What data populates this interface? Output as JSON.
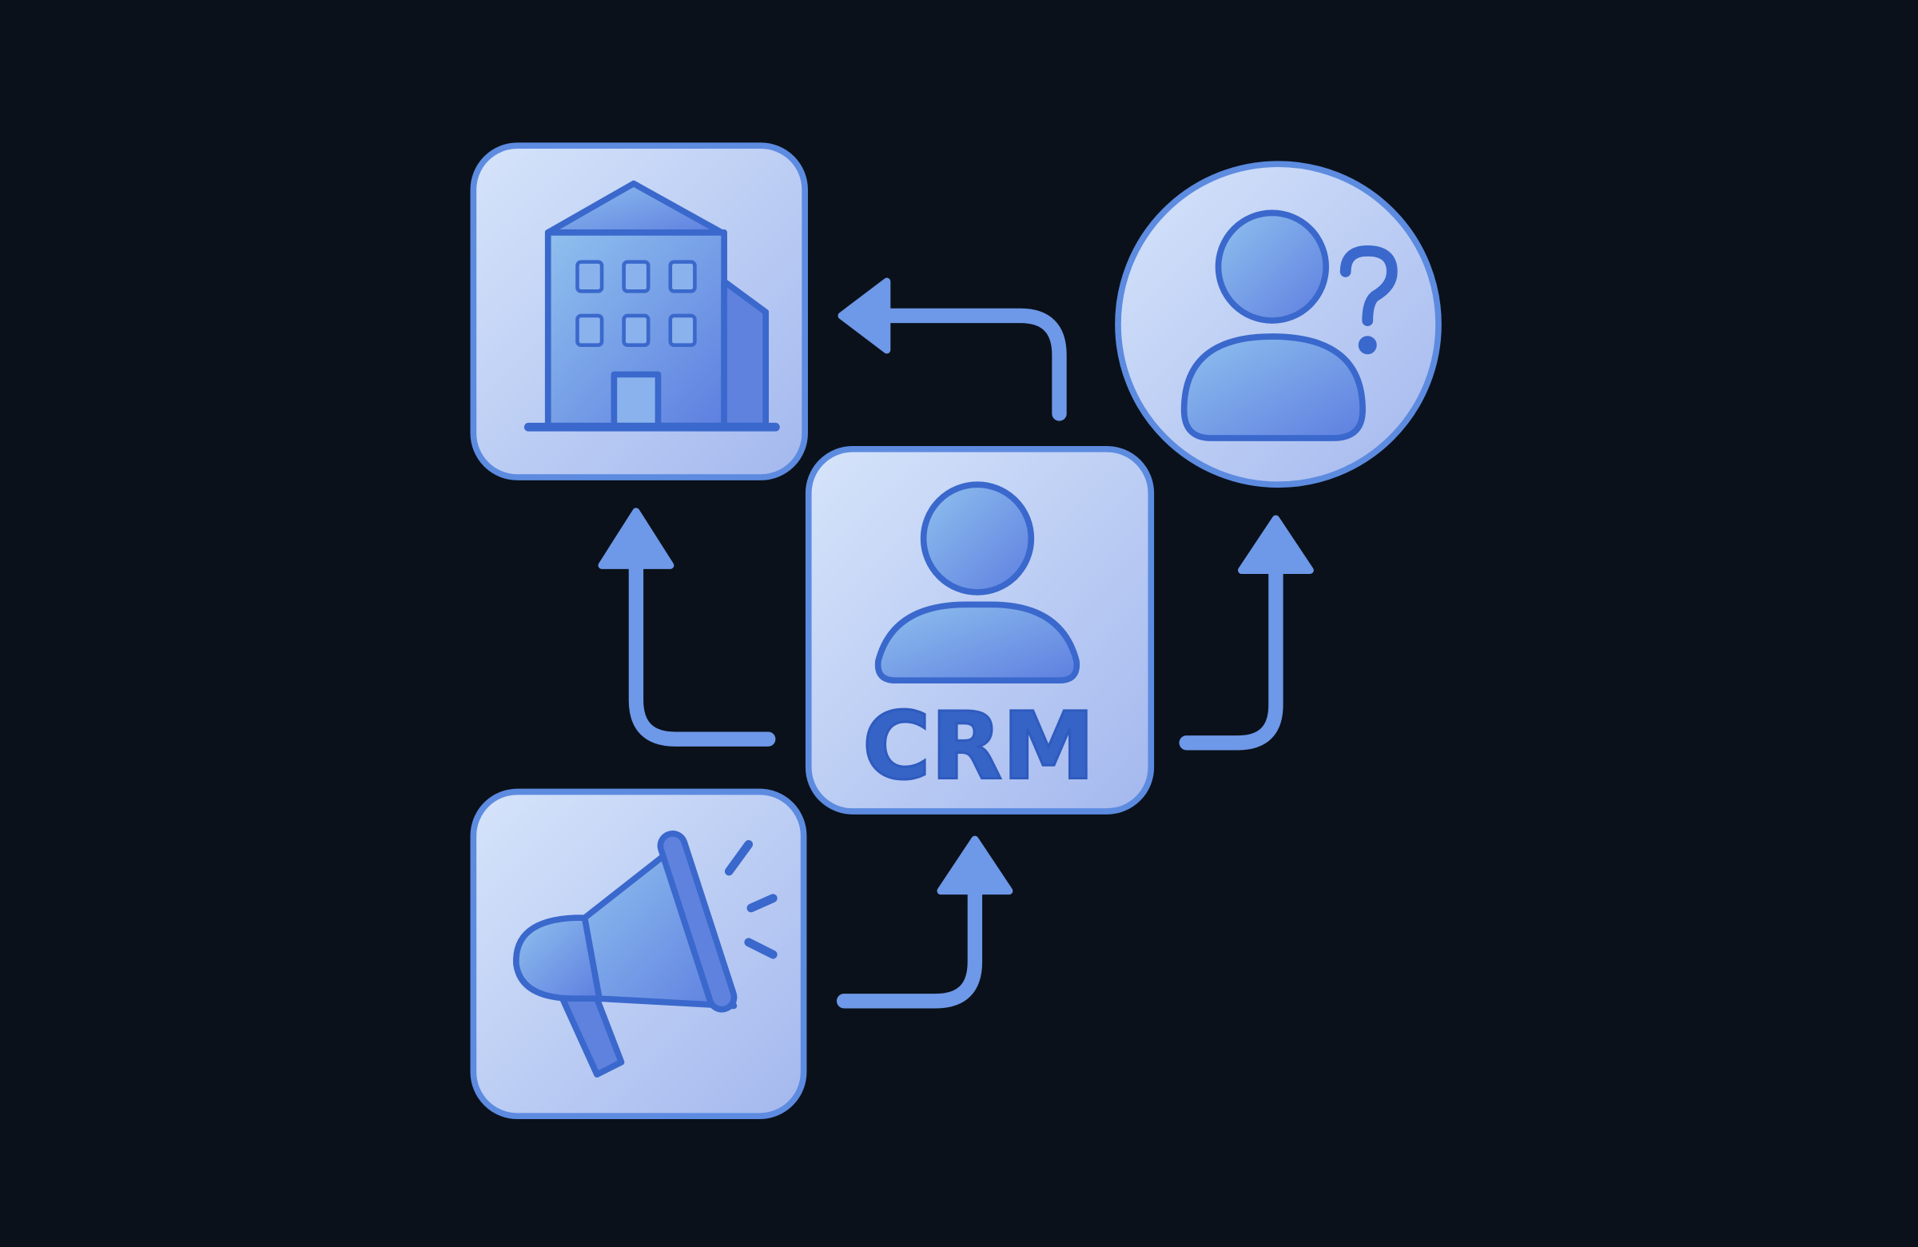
{
  "diagram": {
    "center_label": "CRM",
    "nodes": [
      {
        "id": "company",
        "icon": "building-icon"
      },
      {
        "id": "crm",
        "icon": "user-icon",
        "label": "CRM"
      },
      {
        "id": "prospect",
        "icon": "user-question-icon"
      },
      {
        "id": "marketing",
        "icon": "megaphone-icon"
      }
    ],
    "edges": [
      {
        "from": "crm",
        "to": "company"
      },
      {
        "from": "crm",
        "to": "company"
      },
      {
        "from": "crm",
        "to": "prospect"
      },
      {
        "from": "marketing",
        "to": "crm"
      }
    ]
  },
  "colors": {
    "background": "#0a111a",
    "tile_fill": "#b9cdf2",
    "tile_border": "#5d8be0",
    "icon_fill": "#7aa6ea",
    "icon_stroke": "#3a68cc",
    "text": "#3563c6",
    "arrow": "#6e98e8"
  }
}
